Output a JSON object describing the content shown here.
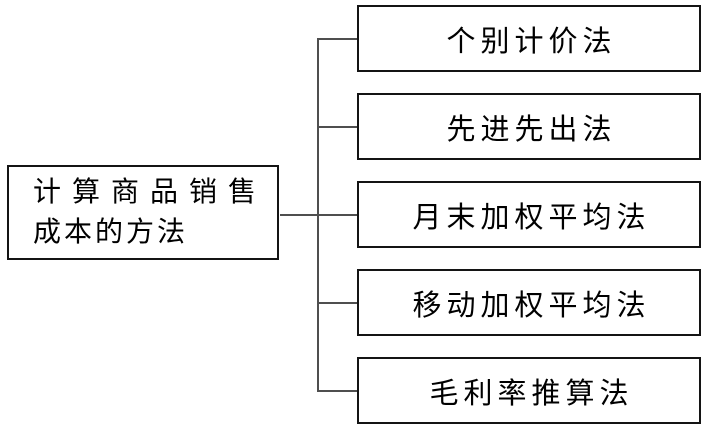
{
  "diagram": {
    "root": {
      "line1": "计算商品销售",
      "line2": "成本的方法"
    },
    "branches": [
      {
        "label": "个别计价法"
      },
      {
        "label": "先进先出法"
      },
      {
        "label": "月末加权平均法"
      },
      {
        "label": "移动加权平均法"
      },
      {
        "label": "毛利率推算法"
      }
    ],
    "colors": {
      "box_border": "#141414",
      "connector_line": "#4f4f4f",
      "background": "#ffffff",
      "text": "#000000"
    }
  }
}
